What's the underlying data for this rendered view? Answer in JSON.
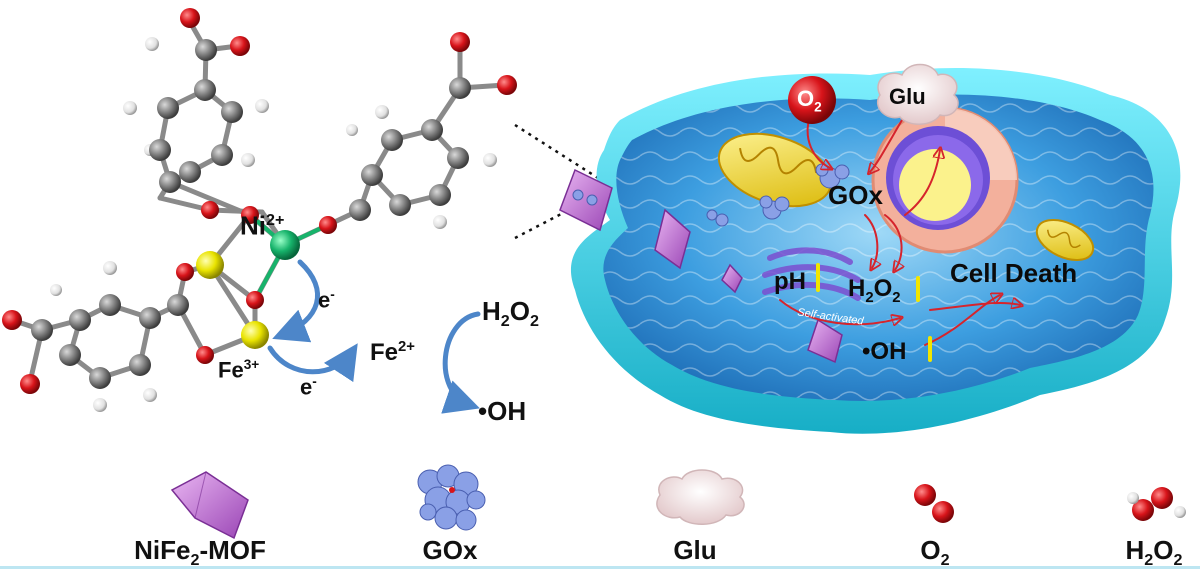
{
  "mof": {
    "ni_label": {
      "base": "Ni",
      "sup": "2+"
    },
    "fe3_label": {
      "base": "Fe",
      "sup": "3+"
    },
    "e_label_1": {
      "base": "e",
      "sup": "-"
    },
    "e_label_2": {
      "base": "e",
      "sup": "-"
    },
    "fe2_label": {
      "base": "Fe",
      "sup": "2+"
    },
    "h2o2_label": {
      "a": "H",
      "sub": "2",
      "b": "O",
      "sub2": "2"
    },
    "oh_label": "•OH"
  },
  "cell": {
    "o2_bubble": {
      "base": "O",
      "sub": "2"
    },
    "glu_cloud": "Glu",
    "gox_label": "GOx",
    "ph_label": "pH",
    "h2o2_label": {
      "a": "H",
      "sub": "2",
      "b": "O",
      "sub2": "2"
    },
    "cell_death_label": "Cell Death",
    "self_activated_label": "Self-activated",
    "oh_label": "•OH"
  },
  "legend": {
    "items": [
      {
        "base": "NiFe",
        "sub": "2",
        "rest": "-MOF"
      },
      {
        "base": "GOx",
        "sub": "",
        "rest": ""
      },
      {
        "base": "Glu",
        "sub": "",
        "rest": ""
      },
      {
        "base": "O",
        "sub": "2",
        "rest": ""
      },
      {
        "base": "H",
        "sub": "2",
        "rest": "O2",
        "sub2": "2"
      }
    ]
  },
  "colors": {
    "carbon": "#7a7a7a",
    "oxygen": "#d8141a",
    "hydrogen": "#e6e6e6",
    "iron": "#e9e300",
    "nickel": "#17b36b",
    "mof_crystal": "#c97ad9",
    "cell_membrane": "#3ec8dc",
    "cytoplasm": "#4aa6e3",
    "arrow_blue": "#4d86c9",
    "arrow_red": "#d6242c"
  }
}
